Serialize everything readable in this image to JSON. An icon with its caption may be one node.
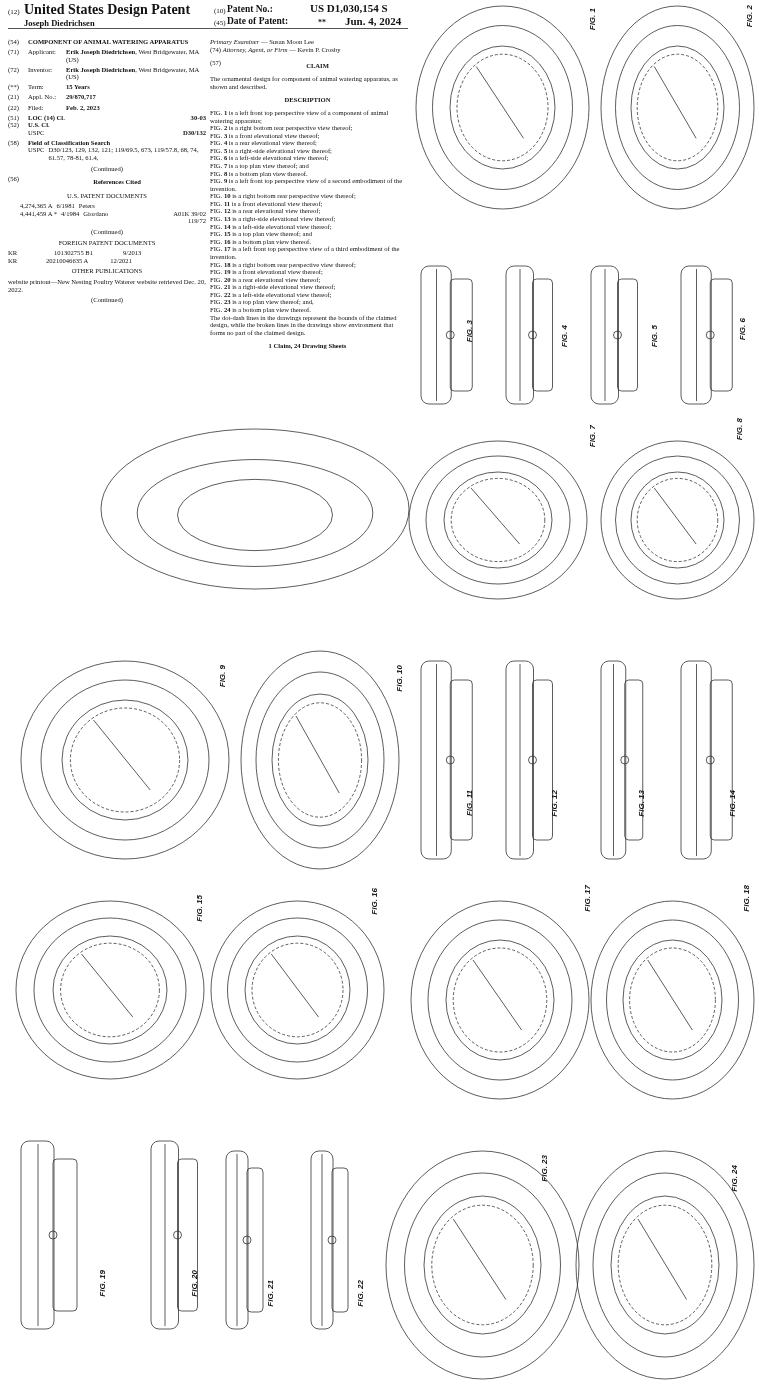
{
  "diagram": {
    "labels": [
      "(12)",
      "United States Design Patent",
      "(10)",
      "Patent No.:",
      "US D1,030,154 S",
      "Joseph Diedrichsen",
      "(45)",
      "Date of Patent:",
      "**",
      "Jun. 4, 2024",
      "(54)",
      "COMPONENT OF ANIMAL WATERING APPARATUS",
      "(71)",
      "Applicant:",
      "**Erik Joseph Diedrichsen**, West Bridgewater, MA (US)",
      "(72)",
      "Inventor:",
      "**Erik Joseph Diedrichsen**, West Bridgewater, MA (US)",
      "(**)",
      "Term:",
      "15 Years",
      "(21)",
      "Appl. No.:",
      "29/870,717",
      "(22)",
      "Filed:",
      "Feb. 2, 2023",
      "(51)",
      "LOC (14) Cl.",
      "30-03",
      "(52)",
      "U.S. Cl.",
      "USPC",
      "D30/132",
      "(58)",
      "Field of Classification Search",
      "USPC",
      "D30/123, 129, 132, 121; 119/69.5, 673, 119/57.8, 68, 74, 61.57, 78-81, 61.4,",
      "(Continued)",
      "(56)",
      "References Cited",
      "U.S. PATENT DOCUMENTS",
      "4,274,365 A",
      "6/1981",
      "Peters",
      "4,441,459 A *",
      "4/1984",
      "Giordano",
      "A01K 39/02",
      "119/72",
      "(Continued)",
      "FOREIGN PATENT DOCUMENTS",
      "KR",
      "101302755 B1",
      "9/2013",
      "KR",
      "20210046635 A",
      "12/2021",
      "OTHER PUBLICATIONS",
      "website printout—New Nesting Poultry Waterer website retrieved Dec. 20, 2022.",
      "(Continued)",
      "*Primary Examiner* — Susan Moon Lee",
      "(74) *Attorney, Agent, or Firm* — Kevin P. Crosby",
      "(57)",
      "CLAIM",
      "The ornamental design for component of animal watering apparatus, as shown and described.",
      "DESCRIPTION",
      "FIG. **1** is a left front top perspective view of a component of animal watering apparatus;",
      "FIG. **2** is a right bottom rear perspective view thereof;",
      "FIG. **3** is a front elevational view thereof;",
      "FIG. **4** is a rear elevational view thereof;",
      "FIG. **5** is a right-side elevational view thereof;",
      "FIG. **6** is a left-side elevational view thereof;",
      "FIG. **7** is a top plan view thereof; and",
      "FIG. **8** is a bottom plan view thereof.",
      "FIG. **9** is a left front top perspective view of a second embodiment of the invention.",
      "FIG. **10** is a right bottom rear perspective view thereof;",
      "FIG. **11** is a front elevational view thereof;",
      "FIG. **12** is a rear elevational view thereof;",
      "FIG. **13** is a right-side elevational view thereof;",
      "FIG. **14** is a left-side elevational view thereof;",
      "FIG. **15** is a top plan view thereof; and",
      "FIG. **16** is a bottom plan view thereof.",
      "FIG. **17** is a left front top perspective view of a third embodiment of the invention.",
      "FIG. **18** is a right bottom rear perspective view thereof;",
      "FIG. **19** is a front elevational view thereof;",
      "FIG. **20** is a rear elevational view thereof;",
      "FIG. **21** is a right-side elevational view thereof;",
      "FIG. **22** is a left-side elevational view thereof;",
      "FIG. **23** is a top plan view thereof; and,",
      "FIG. **24** is a bottom plan view thereof.",
      "The dot-dash lines in the drawings represent the bounds of the claimed design, while the broken lines in the drawings show environment that forms no part of the claimed design.",
      "1 Claim, 24 Drawing Sheets",
      "FIG. 1",
      "FIG. 2",
      "FIG. 3",
      "FIG. 4",
      "FIG. 5",
      "FIG. 6",
      "FIG. 7",
      "FIG. 8",
      "FIG. 9",
      "FIG. 10",
      "FIG. 11",
      "FIG. 12",
      "FIG. 13",
      "FIG. 14",
      "FIG. 15",
      "FIG. 16",
      "FIG. 17",
      "FIG. 18",
      "FIG. 19",
      "FIG. 20",
      "FIG. 21",
      "FIG. 22",
      "FIG. 23",
      "FIG. 24"
    ]
  }
}
